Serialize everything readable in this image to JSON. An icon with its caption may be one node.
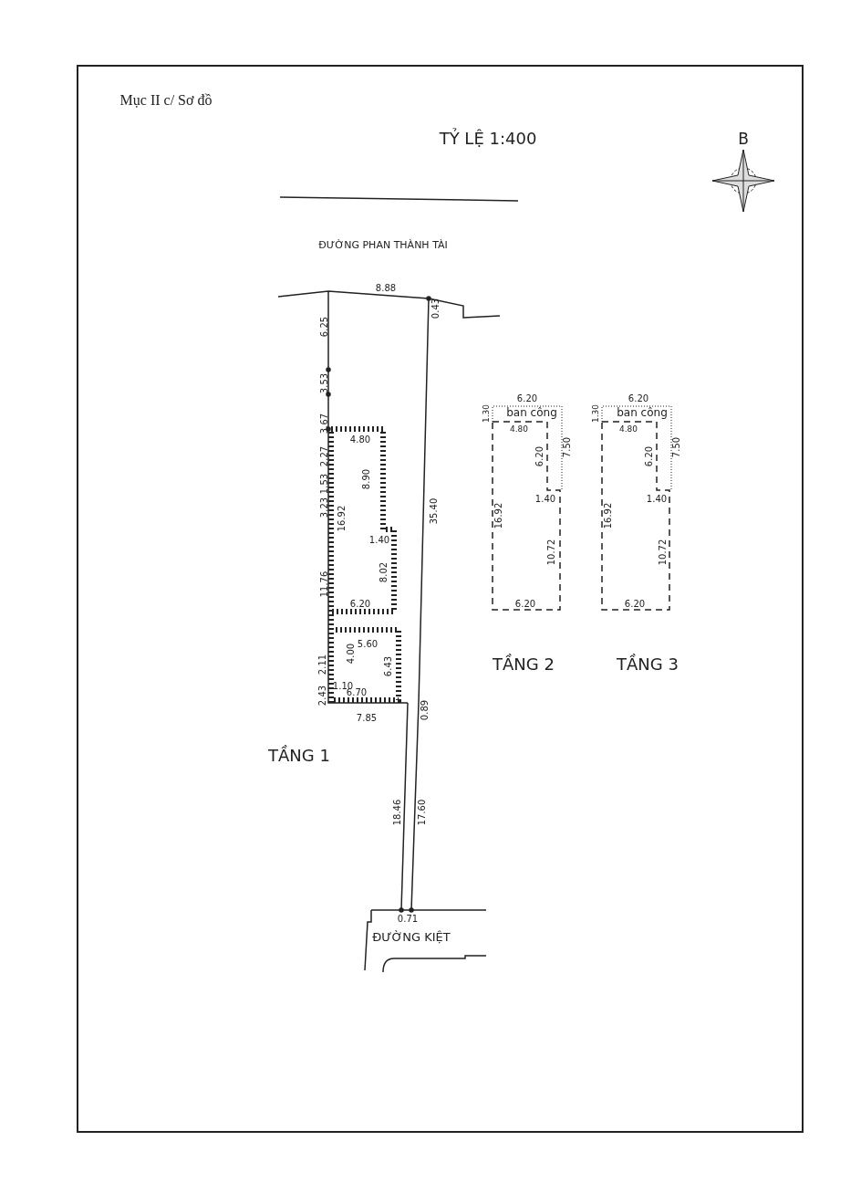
{
  "diagram": {
    "title": "Mục II c/ Sơ đồ",
    "labels": [
      "TỶ LỆ 1:400",
      "B",
      "ĐƯỜNG PHAN THÀNH TÀI",
      "8.88",
      "0.43",
      "6.25",
      "3.53",
      "6.20",
      "6.20",
      "1.30",
      "ban công",
      "1.30",
      "ban công",
      "3.67",
      "4.80",
      "4.80",
      "4.80",
      "2.27",
      "1.53",
      "8.90",
      "6.20",
      "7.50",
      "6.20",
      "7.50",
      "3.23",
      "16.92",
      "35.40",
      "1.40",
      "1.40",
      "16.92",
      "16.92",
      "1.40",
      "8.02",
      "10.72",
      "10.72",
      "11.76",
      "6.20",
      "6.20",
      "6.20",
      "5.60",
      "4.00",
      "2.11",
      "6.43",
      "TẦNG 2",
      "TẦNG 3",
      "1.10",
      "6.70",
      "2.43",
      "7.85",
      "0.89",
      "TẦNG 1",
      "18.46",
      "17.60",
      "0.71",
      "ĐƯỜNG KIỆT"
    ]
  }
}
